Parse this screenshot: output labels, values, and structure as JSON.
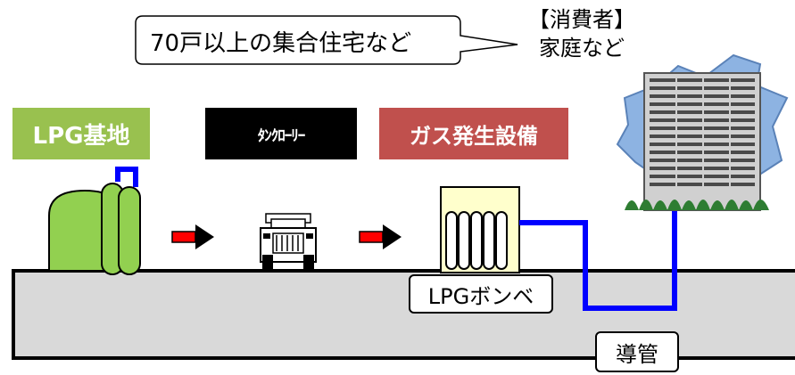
{
  "callout": {
    "text": "70戸以上の集合住宅など"
  },
  "consumer": {
    "line1": "【消費者】",
    "line2": "家庭など"
  },
  "tags": {
    "lpg_base": "LPG基地",
    "tanker": "ﾀﾝｸﾛｰﾘｰ",
    "gas_facility": "ガス発生設備"
  },
  "labels": {
    "cylinder": "LPGボンベ",
    "pipe": "導管"
  },
  "colors": {
    "lpg_green": "#99c14f",
    "gas_red": "#c0504d",
    "pipe_blue": "#0000ff",
    "ground_gray": "#d9d9d9",
    "arrow_red": "#ff0000",
    "tank_green": "#92d050",
    "cylinder_yellow": "#ffffcc"
  }
}
